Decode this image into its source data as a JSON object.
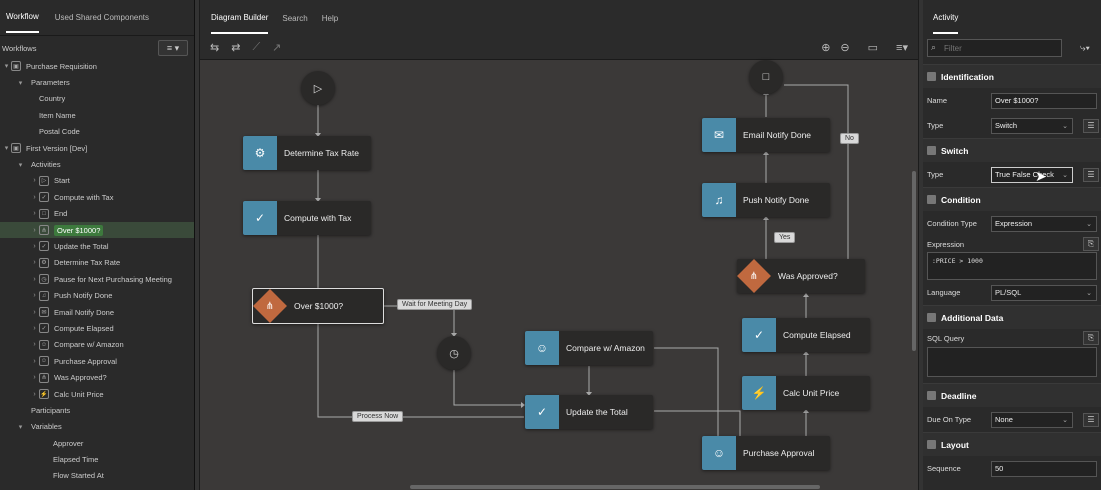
{
  "left": {
    "tabs": [
      "Workflow",
      "Used Shared Components"
    ],
    "section_title": "Workflows",
    "menu_icon": "menu-icon",
    "tree": [
      {
        "label": "Purchase Requisition",
        "depth": 0,
        "caret": "▾",
        "icon": "▣"
      },
      {
        "label": "Parameters",
        "depth": 1,
        "caret": "▾",
        "icon": ""
      },
      {
        "label": "Country",
        "depth": 2,
        "caret": "",
        "icon": ""
      },
      {
        "label": "Item Name",
        "depth": 2,
        "caret": "",
        "icon": ""
      },
      {
        "label": "Postal Code",
        "depth": 2,
        "caret": "",
        "icon": ""
      },
      {
        "label": "First Version [Dev]",
        "depth": 0,
        "caret": "▾",
        "icon": "▣"
      },
      {
        "label": "Activities",
        "depth": 1,
        "caret": "▾",
        "icon": ""
      },
      {
        "label": "Start",
        "depth": 2,
        "caret": "›",
        "icon": "▷"
      },
      {
        "label": "Compute with Tax",
        "depth": 2,
        "caret": "›",
        "icon": "✓"
      },
      {
        "label": "End",
        "depth": 2,
        "caret": "›",
        "icon": "□"
      },
      {
        "label": "Over $1000?",
        "depth": 2,
        "caret": "›",
        "icon": "⋔",
        "selected": true
      },
      {
        "label": "Update the Total",
        "depth": 2,
        "caret": "›",
        "icon": "✓"
      },
      {
        "label": "Determine Tax Rate",
        "depth": 2,
        "caret": "›",
        "icon": "⚙"
      },
      {
        "label": "Pause for Next Purchasing Meeting",
        "depth": 2,
        "caret": "›",
        "icon": "◷"
      },
      {
        "label": "Push Notify Done",
        "depth": 2,
        "caret": "›",
        "icon": "♫"
      },
      {
        "label": "Email Notify Done",
        "depth": 2,
        "caret": "›",
        "icon": "✉"
      },
      {
        "label": "Compute Elapsed",
        "depth": 2,
        "caret": "›",
        "icon": "✓"
      },
      {
        "label": "Compare w/ Amazon",
        "depth": 2,
        "caret": "›",
        "icon": "☺"
      },
      {
        "label": "Purchase Approval",
        "depth": 2,
        "caret": "›",
        "icon": "☺"
      },
      {
        "label": "Was Approved?",
        "depth": 2,
        "caret": "›",
        "icon": "⋔"
      },
      {
        "label": "Calc Unit Price",
        "depth": 2,
        "caret": "›",
        "icon": "⚡"
      },
      {
        "label": "Participants",
        "depth": 1,
        "caret": "",
        "icon": ""
      },
      {
        "label": "Variables",
        "depth": 1,
        "caret": "▾",
        "icon": ""
      },
      {
        "label": "Approver",
        "depth": 3,
        "caret": "",
        "icon": ""
      },
      {
        "label": "Elapsed Time",
        "depth": 3,
        "caret": "",
        "icon": ""
      },
      {
        "label": "Flow Started At",
        "depth": 3,
        "caret": "",
        "icon": ""
      }
    ]
  },
  "center": {
    "tabs": [
      "Diagram Builder",
      "Search",
      "Help"
    ],
    "nodes": [
      {
        "id": "determine-tax-rate",
        "label": "Determine Tax Rate",
        "icon": "⚙"
      },
      {
        "id": "compute-with-tax",
        "label": "Compute with Tax",
        "icon": "✓"
      },
      {
        "id": "over-1000",
        "label": "Over $1000?",
        "icon": "⋔"
      },
      {
        "id": "compare-amazon",
        "label": "Compare w/ Amazon",
        "icon": "☺"
      },
      {
        "id": "update-total",
        "label": "Update the Total",
        "icon": "✓"
      },
      {
        "id": "email-notify",
        "label": "Email Notify Done",
        "icon": "✉"
      },
      {
        "id": "push-notify",
        "label": "Push Notify Done",
        "icon": "♫"
      },
      {
        "id": "was-approved",
        "label": "Was Approved?",
        "icon": "⋔"
      },
      {
        "id": "compute-elapsed",
        "label": "Compute Elapsed",
        "icon": "✓"
      },
      {
        "id": "calc-unit-price",
        "label": "Calc Unit Price",
        "icon": "⚡"
      },
      {
        "id": "purchase-approval",
        "label": "Purchase Approval",
        "icon": "☺"
      }
    ],
    "edge_labels": {
      "wait": "Wait for Meeting Day",
      "process": "Process Now",
      "yes": "Yes",
      "no": "No"
    },
    "start_icon": "▷",
    "end_icon": "□",
    "timer_icon": "◷"
  },
  "right": {
    "tab": "Activity",
    "filter_placeholder": "Filter",
    "identification": {
      "title": "Identification",
      "name_label": "Name",
      "name_value": "Over $1000?",
      "type_label": "Type",
      "type_value": "Switch"
    },
    "switch": {
      "title": "Switch",
      "type_label": "Type",
      "type_value": "True False Check"
    },
    "condition": {
      "title": "Condition",
      "ctype_label": "Condition Type",
      "ctype_value": "Expression",
      "expr_label": "Expression",
      "expr_value": ":PRICE > 1000",
      "lang_label": "Language",
      "lang_value": "PL/SQL"
    },
    "additional": {
      "title": "Additional Data",
      "sql_label": "SQL Query"
    },
    "deadline": {
      "title": "Deadline",
      "due_label": "Due On Type",
      "due_value": "None"
    },
    "layout": {
      "title": "Layout",
      "seq_label": "Sequence",
      "seq_value": "50"
    }
  }
}
